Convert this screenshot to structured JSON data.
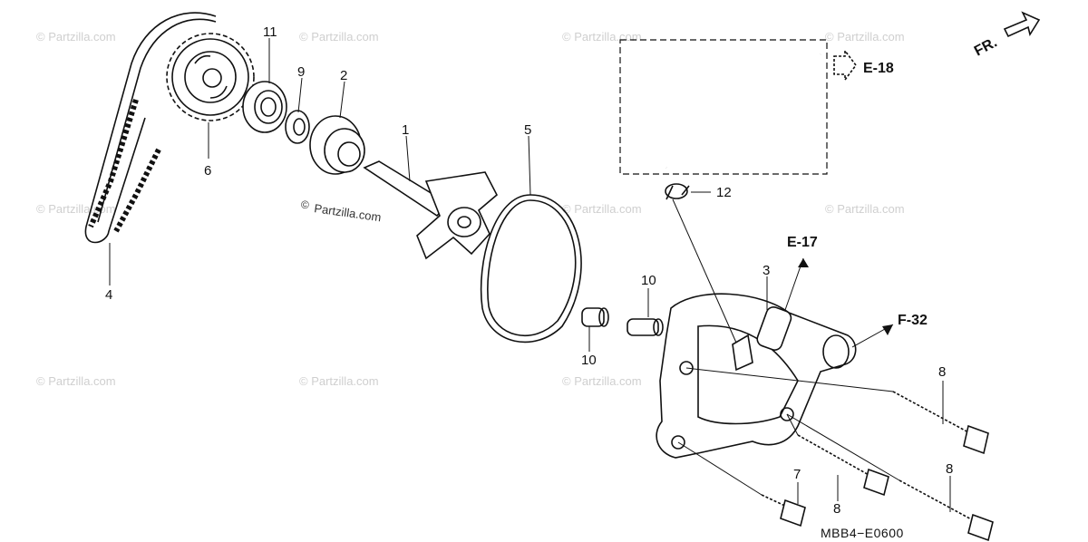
{
  "watermark": "© Partzilla.com",
  "credit": {
    "symbol": "©",
    "text": "Partzilla.com"
  },
  "direction": {
    "label": "FR."
  },
  "references": {
    "e18": "E-18",
    "e17": "E-17",
    "f32": "F-32"
  },
  "callouts": {
    "c1": "1",
    "c2": "2",
    "c3": "3",
    "c4": "4",
    "c5": "5",
    "c6": "6",
    "c7": "7",
    "c8a": "8",
    "c8b": "8",
    "c8c": "8",
    "c9": "9",
    "c10a": "10",
    "c10b": "10",
    "c11": "11",
    "c12": "12"
  },
  "diagram_code": "MBB4−E0600"
}
